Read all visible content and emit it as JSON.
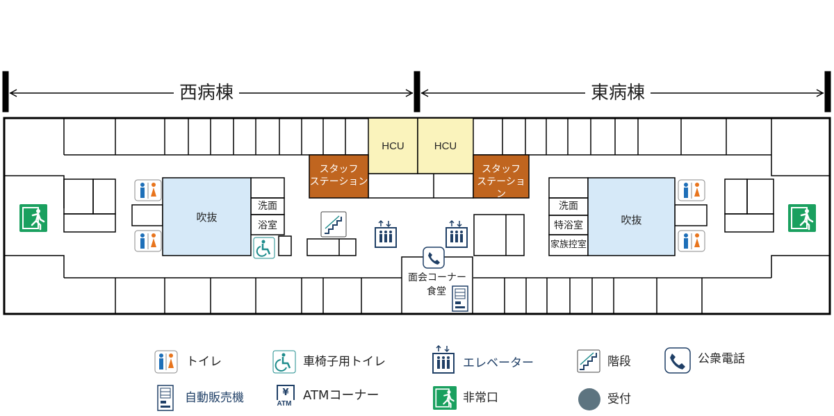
{
  "wings": {
    "west": "西病棟",
    "east": "東病棟"
  },
  "rooms": {
    "hcu_left": "HCU",
    "hcu_right": "HCU",
    "nurse_station_left": "スタッフ\nステーション",
    "nurse_station_right": "スタッフ\nステーション",
    "atrium_left": "吹抜",
    "atrium_right": "吹抜",
    "washroom_left": "洗面",
    "bathroom": "浴室",
    "washroom_right": "洗面",
    "special_bath": "特浴室",
    "family_waiting": "家族控室",
    "visiting_corner": "面会コーナー",
    "dining": "食堂"
  },
  "legend": [
    {
      "icon": "toilet-icon",
      "label": "トイレ"
    },
    {
      "icon": "wheelchair-toilet-icon",
      "label": "車椅子用トイレ"
    },
    {
      "icon": "elevator-icon",
      "label": "エレベーター"
    },
    {
      "icon": "stairs-icon",
      "label": "階段"
    },
    {
      "icon": "phone-icon",
      "label": "公衆電話"
    },
    {
      "icon": "vending-machine-icon",
      "label": "自動販売機"
    },
    {
      "icon": "atm-icon",
      "label": "ATMコーナー",
      "icon_text": "ATM",
      "icon_symbol": "¥"
    },
    {
      "icon": "emergency-exit-icon",
      "label": "非常口"
    },
    {
      "icon": "reception-icon",
      "label": "受付"
    }
  ],
  "colors": {
    "walls": "#000000",
    "atrium": "#d6e9f8",
    "hcu": "#faf3bc",
    "nurse_station": "#c0651f",
    "exit_green": "#1aa05f",
    "icon_navy": "#1f3f66",
    "icon_teal": "#1e8c8c",
    "toilet_blue": "#1e6fb8",
    "toilet_orange": "#e8741c",
    "reception": "#5d7480"
  }
}
